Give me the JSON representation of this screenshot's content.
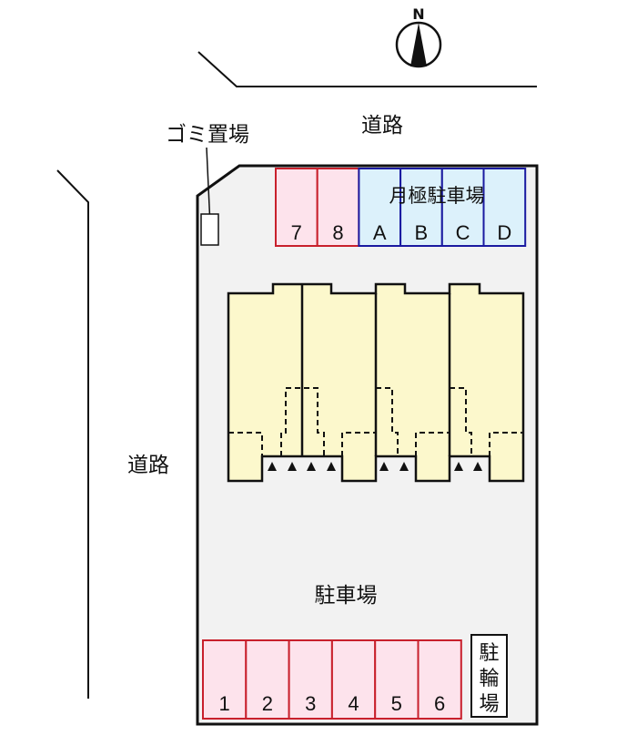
{
  "compass": {
    "label": "N"
  },
  "labels": {
    "road_top": "道路",
    "road_left": "道路",
    "garbage": "ゴミ置場",
    "monthly_parking": "月極駐車場",
    "parking": "駐車場",
    "bicycle": [
      "駐",
      "輪",
      "場"
    ]
  },
  "top_spaces": [
    {
      "label": "7",
      "type": "resident"
    },
    {
      "label": "8",
      "type": "resident"
    },
    {
      "label": "A",
      "type": "monthly"
    },
    {
      "label": "B",
      "type": "monthly"
    },
    {
      "label": "C",
      "type": "monthly"
    },
    {
      "label": "D",
      "type": "monthly"
    }
  ],
  "bottom_spaces": [
    "1",
    "2",
    "3",
    "4",
    "5",
    "6"
  ],
  "colors": {
    "resident_fill": "#fde3ec",
    "resident_stroke": "#c8202c",
    "monthly_fill": "#dcf1fb",
    "monthly_stroke": "#1a1aa0",
    "building_fill": "#fcf8cc",
    "site_fill": "#f2f2f2"
  }
}
